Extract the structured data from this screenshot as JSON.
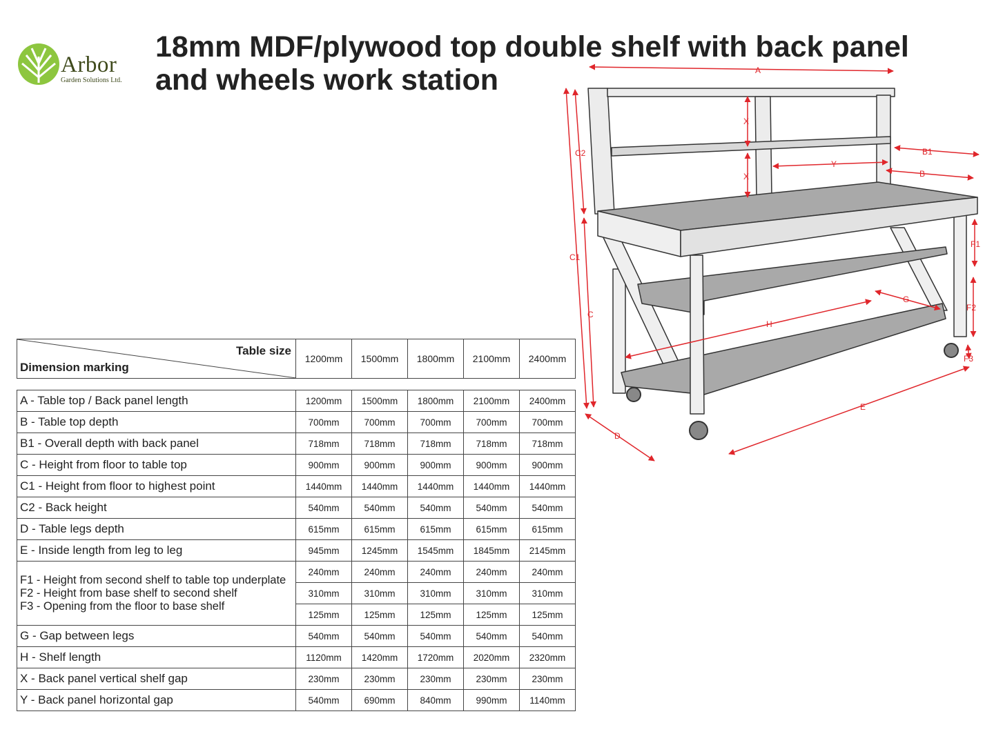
{
  "logo": {
    "brand": "Arbor",
    "tagline": "Garden Solutions Ltd."
  },
  "title": "18mm MDF/plywood top double shelf with back panel and wheels work station",
  "table": {
    "corner_top": "Table size",
    "corner_bottom": "Dimension marking",
    "sizes": [
      "1200mm",
      "1500mm",
      "1800mm",
      "2100mm",
      "2400mm"
    ],
    "rows": [
      {
        "label": "A - Table top / Back panel length",
        "values": [
          "1200mm",
          "1500mm",
          "1800mm",
          "2100mm",
          "2400mm"
        ]
      },
      {
        "label": "B - Table top depth",
        "values": [
          "700mm",
          "700mm",
          "700mm",
          "700mm",
          "700mm"
        ]
      },
      {
        "label": "B1 - Overall depth with back panel",
        "values": [
          "718mm",
          "718mm",
          "718mm",
          "718mm",
          "718mm"
        ]
      },
      {
        "label": "C - Height from floor to table top",
        "values": [
          "900mm",
          "900mm",
          "900mm",
          "900mm",
          "900mm"
        ]
      },
      {
        "label": "C1 - Height from floor to highest point",
        "values": [
          "1440mm",
          "1440mm",
          "1440mm",
          "1440mm",
          "1440mm"
        ]
      },
      {
        "label": "C2 - Back height",
        "values": [
          "540mm",
          "540mm",
          "540mm",
          "540mm",
          "540mm"
        ]
      },
      {
        "label": "D - Table legs depth",
        "values": [
          "615mm",
          "615mm",
          "615mm",
          "615mm",
          "615mm"
        ]
      },
      {
        "label": "E - Inside length from leg to leg",
        "values": [
          "945mm",
          "1245mm",
          "1545mm",
          "1845mm",
          "2145mm"
        ]
      }
    ],
    "f_group": {
      "labels": [
        "F1 - Height from second shelf to table top underplate",
        "F2 - Height from base shelf to second shelf",
        "F3 - Opening from the floor to base shelf"
      ],
      "rows": [
        [
          "240mm",
          "240mm",
          "240mm",
          "240mm",
          "240mm"
        ],
        [
          "310mm",
          "310mm",
          "310mm",
          "310mm",
          "310mm"
        ],
        [
          "125mm",
          "125mm",
          "125mm",
          "125mm",
          "125mm"
        ]
      ]
    },
    "rows2": [
      {
        "label": "G - Gap between legs",
        "values": [
          "540mm",
          "540mm",
          "540mm",
          "540mm",
          "540mm"
        ]
      },
      {
        "label": "H - Shelf length",
        "values": [
          "1120mm",
          "1420mm",
          "1720mm",
          "2020mm",
          "2320mm"
        ]
      },
      {
        "label": "X - Back panel vertical shelf gap",
        "values": [
          "230mm",
          "230mm",
          "230mm",
          "230mm",
          "230mm"
        ]
      },
      {
        "label": "Y - Back panel horizontal gap",
        "values": [
          "540mm",
          "690mm",
          "840mm",
          "990mm",
          "1140mm"
        ]
      }
    ]
  },
  "drawing_labels": {
    "A": "A",
    "B": "B",
    "B1": "B1",
    "C": "C",
    "C1": "C1",
    "C2": "C2",
    "D": "D",
    "E": "E",
    "F1": "F1",
    "F2": "F2",
    "F3": "F3",
    "G": "G",
    "H": "H",
    "X": "X",
    "Y": "Y"
  },
  "colors": {
    "dimension": "#e0262b",
    "logo_green": "#8dc63f",
    "shelf_grey": "#a9a9a9"
  }
}
